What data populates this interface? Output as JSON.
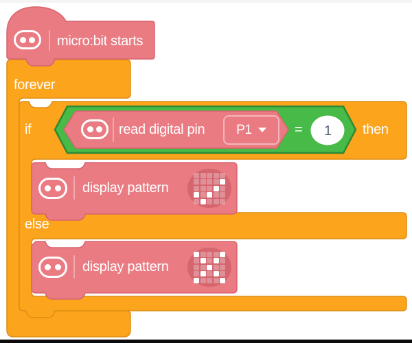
{
  "workspace": {
    "top_strip_color": "#F4F4F4",
    "bottom_bar_color": "#0B0B0B"
  },
  "colors": {
    "orange": "#FCA41C",
    "orange_border": "#DD8D13",
    "pink": "#EA7B82",
    "pink_border": "#D9636E",
    "pink_dark": "#D5666F",
    "green": "#47BA47",
    "green_border": "#2E8934",
    "value_text": "#575E75",
    "top_strip": "#F4F4F4",
    "black_bar": "#0B0B0B"
  },
  "blocks": {
    "hat": {
      "label": "micro:bit starts"
    },
    "forever": {
      "label": "forever"
    },
    "if_block": {
      "if_label": "if",
      "then_label": "then",
      "else_label": "else"
    },
    "condition": {
      "label": "read digital pin",
      "pin_dropdown": {
        "value": "P1"
      },
      "operator": "=",
      "value": "1"
    },
    "display_then": {
      "label": "display pattern",
      "pattern_name": "checkmark",
      "pattern": [
        "00000",
        "00001",
        "00010",
        "10100",
        "01000"
      ]
    },
    "display_else": {
      "label": "display pattern",
      "pattern_name": "cross",
      "pattern": [
        "10001",
        "01010",
        "00100",
        "01010",
        "10001"
      ]
    }
  }
}
